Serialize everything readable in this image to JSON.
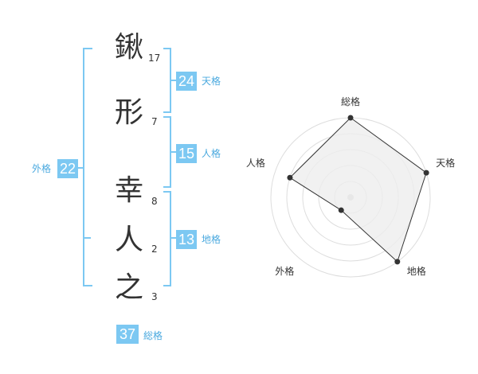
{
  "name": {
    "chars": [
      {
        "char": "鍬",
        "strokes": "17"
      },
      {
        "char": "形",
        "strokes": "7"
      },
      {
        "char": "幸",
        "strokes": "8"
      },
      {
        "char": "人",
        "strokes": "2"
      },
      {
        "char": "之",
        "strokes": "3"
      }
    ]
  },
  "grades": {
    "tenkaku": {
      "value": "24",
      "label": "天格"
    },
    "jinkaku": {
      "value": "15",
      "label": "人格"
    },
    "chikaku": {
      "value": "13",
      "label": "地格"
    },
    "gaikaku": {
      "value": "22",
      "label": "外格"
    },
    "soukaku": {
      "value": "37",
      "label": "総格"
    }
  },
  "radar": {
    "axes": [
      {
        "label": "総格",
        "level": 1.0
      },
      {
        "label": "天格",
        "level": 1.0
      },
      {
        "label": "地格",
        "level": 1.0
      },
      {
        "label": "外格",
        "level": 0.2
      },
      {
        "label": "人格",
        "level": 0.8
      }
    ],
    "rings": 5,
    "colors": {
      "fill": "#eeeeee",
      "line": "#333333",
      "ring": "#dddddd",
      "point": "#333333",
      "center": "#cccccc"
    }
  }
}
